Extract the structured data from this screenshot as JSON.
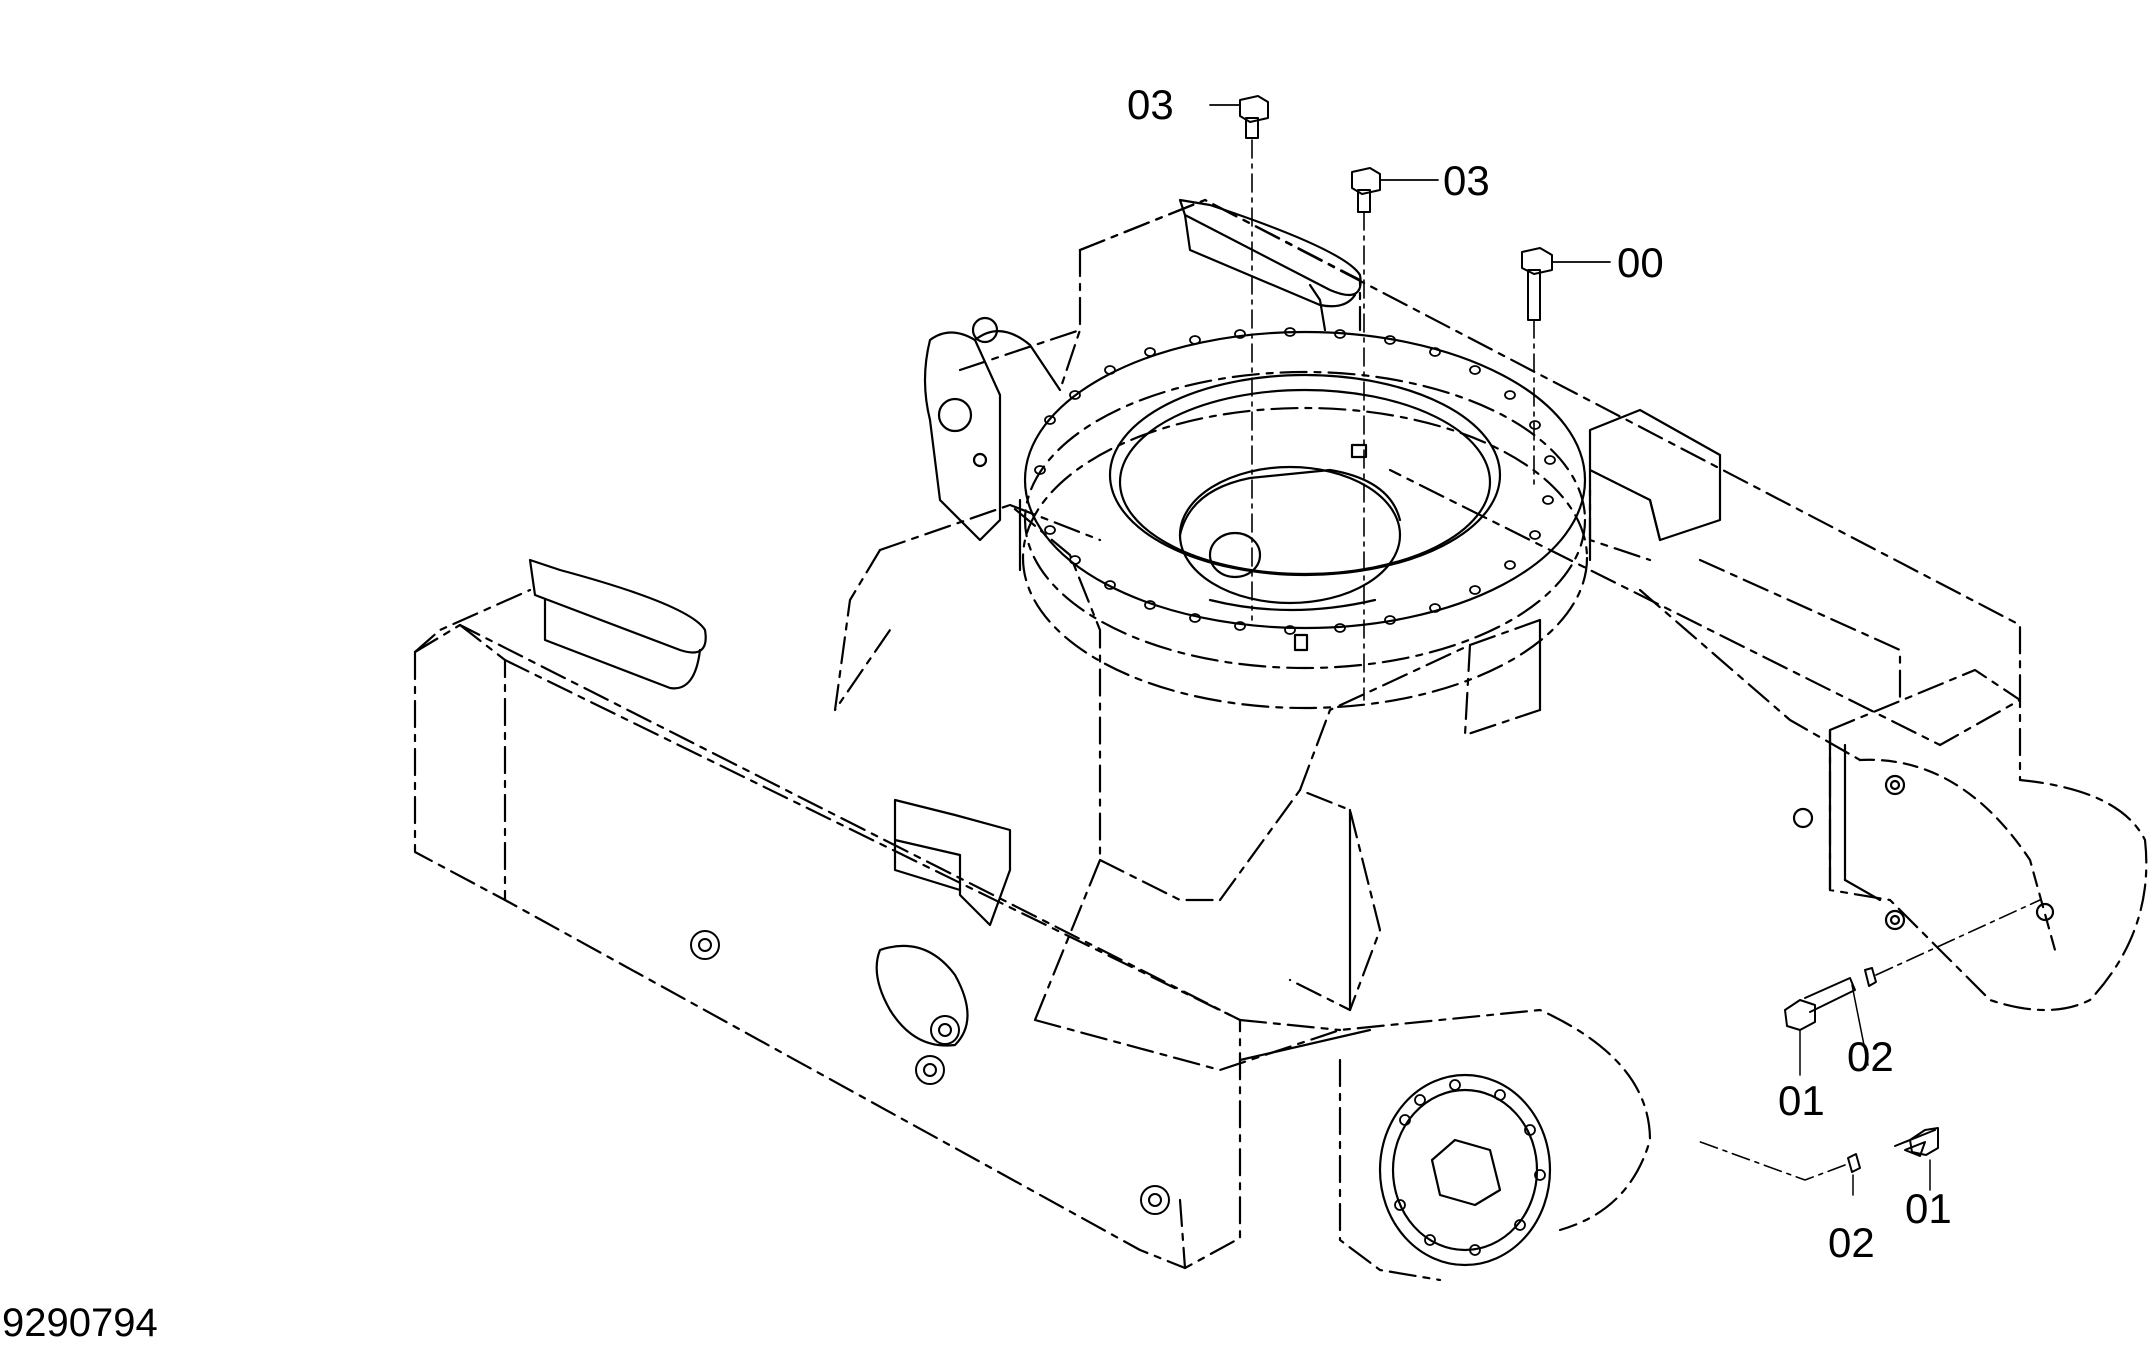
{
  "diagram": {
    "drawing_number": "9290794",
    "callouts": {
      "c1": "03",
      "c2": "03",
      "c3": "00",
      "c4": "02",
      "c5": "01",
      "c6": "01",
      "c7": "02"
    },
    "colors": {
      "line": "#000000",
      "background": "#ffffff"
    }
  }
}
